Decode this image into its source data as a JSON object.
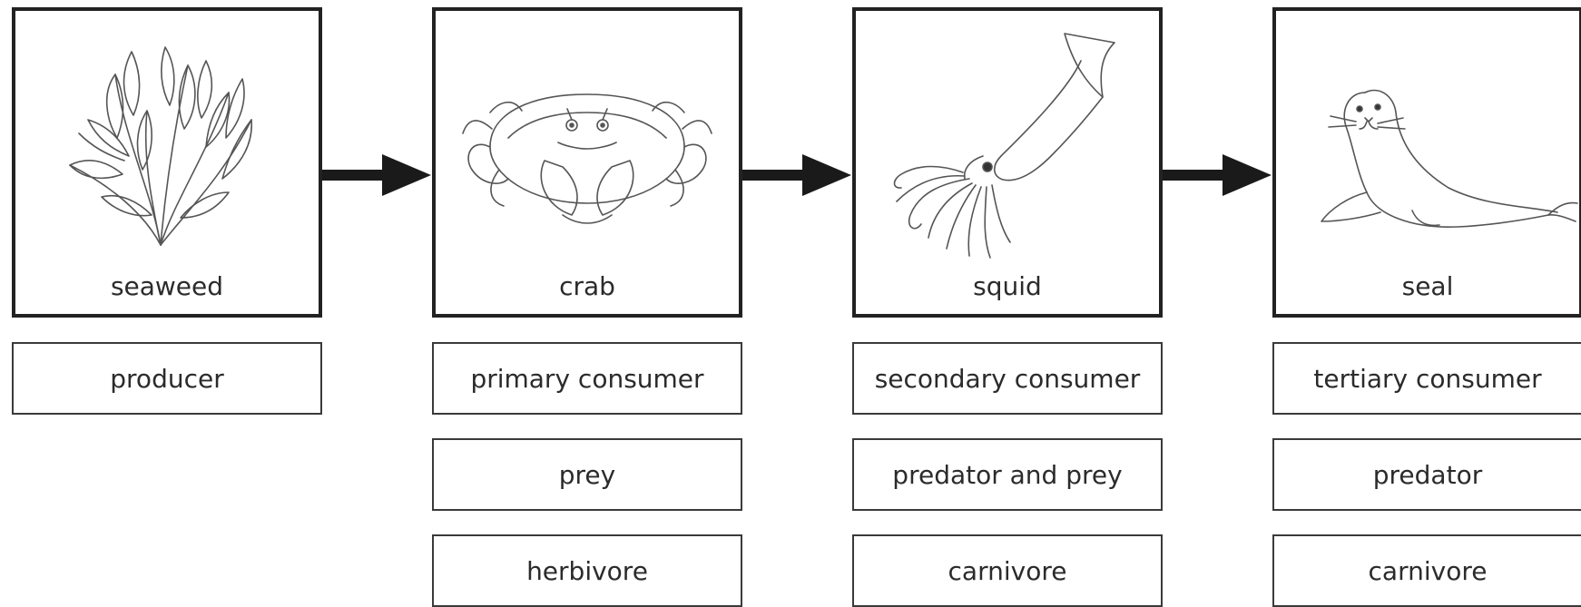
{
  "food_chain": [
    {
      "organism": "seaweed",
      "icon": "seaweed-illustration",
      "roles": [
        "producer"
      ]
    },
    {
      "organism": "crab",
      "icon": "crab-illustration",
      "roles": [
        "primary consumer",
        "prey",
        "herbivore"
      ]
    },
    {
      "organism": "squid",
      "icon": "squid-illustration",
      "roles": [
        "secondary consumer",
        "predator and prey",
        "carnivore"
      ]
    },
    {
      "organism": "seal",
      "icon": "seal-illustration",
      "roles": [
        "tertiary consumer",
        "predator",
        "carnivore"
      ]
    }
  ],
  "colors": {
    "border": "#222222",
    "arrow": "#1a1a1a",
    "text": "#2b2b2b",
    "line_art": "#555555"
  }
}
